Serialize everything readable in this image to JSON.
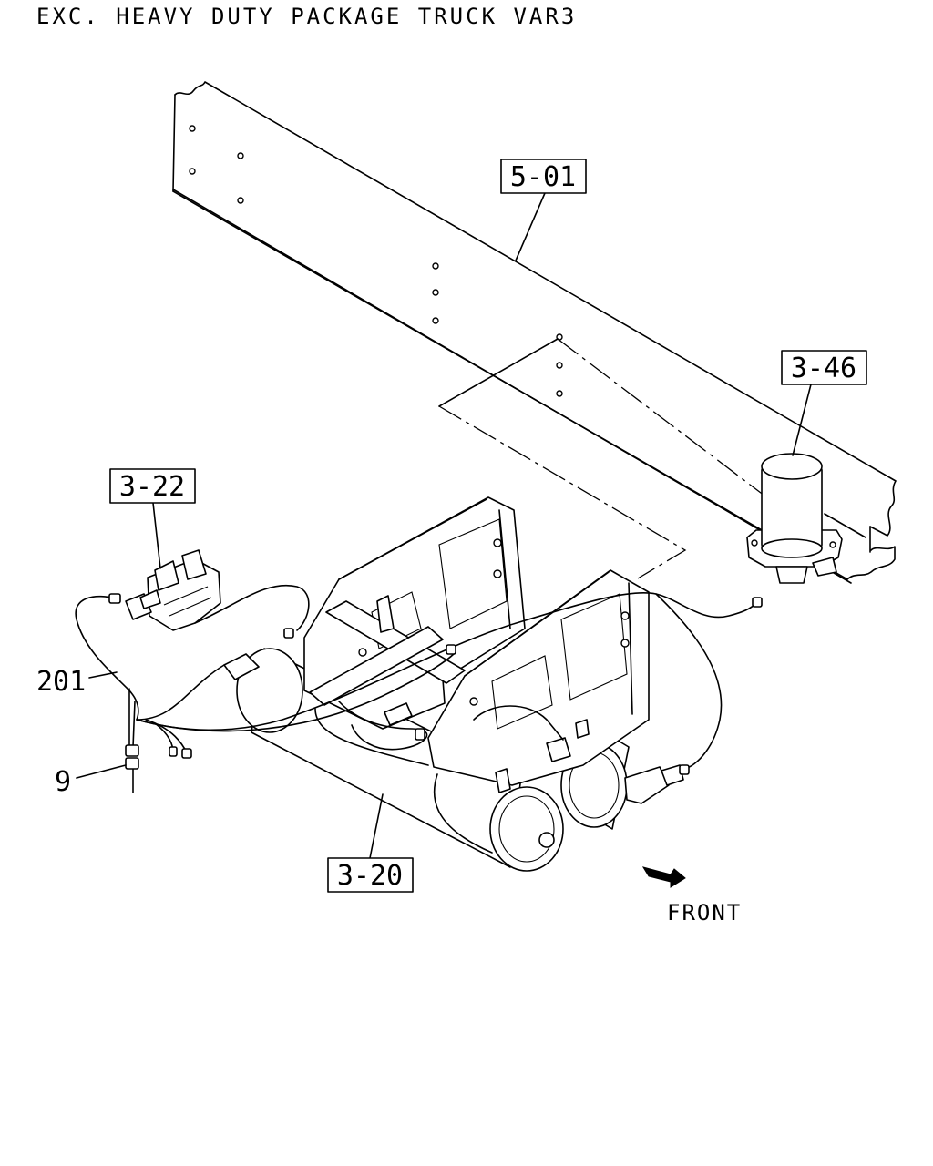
{
  "header": {
    "title": "EXC. HEAVY DUTY PACKAGE TRUCK VAR3"
  },
  "callouts": {
    "frame": "5-01",
    "air_dryer": "3-46",
    "valve": "3-22",
    "harness": "201",
    "clip": "9",
    "air_tank": "3-20"
  },
  "direction": {
    "label": "FRONT"
  }
}
